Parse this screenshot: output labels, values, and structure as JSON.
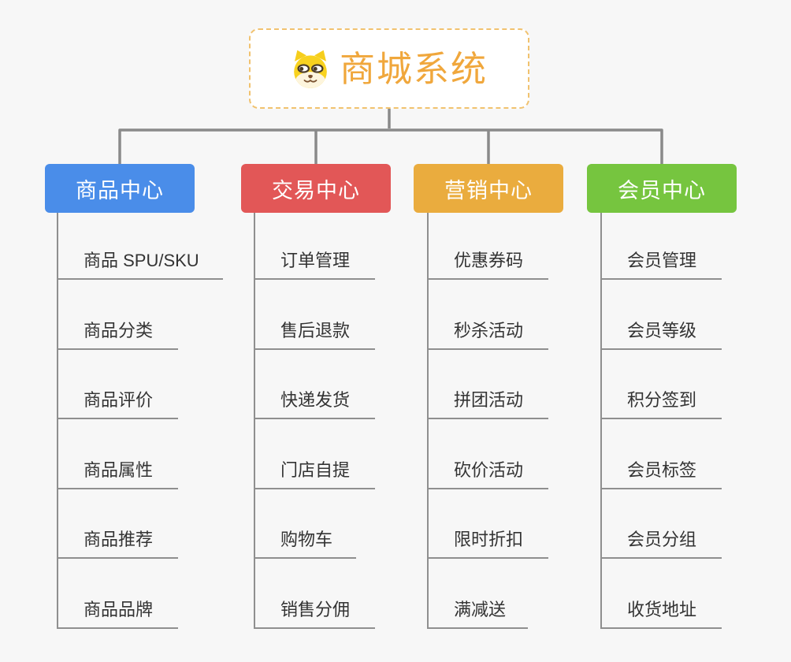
{
  "root": {
    "title": "商城系统",
    "icon": "dog-face-icon",
    "accent_color": "#f0a73c",
    "border_color": "#f1c26f"
  },
  "branches": [
    {
      "label": "商品中心",
      "color": "#4a8de9",
      "items": [
        "商品 SPU/SKU",
        "商品分类",
        "商品评价",
        "商品属性",
        "商品推荐",
        "商品品牌"
      ]
    },
    {
      "label": "交易中心",
      "color": "#e25757",
      "items": [
        "订单管理",
        "售后退款",
        "快递发货",
        "门店自提",
        "购物车",
        "销售分佣"
      ]
    },
    {
      "label": "营销中心",
      "color": "#eaac3e",
      "items": [
        "优惠券码",
        "秒杀活动",
        "拼团活动",
        "砍价活动",
        "限时折扣",
        "满减送"
      ]
    },
    {
      "label": "会员中心",
      "color": "#76c53f",
      "items": [
        "会员管理",
        "会员等级",
        "积分签到",
        "会员标签",
        "会员分组",
        "收货地址"
      ]
    }
  ],
  "connector_color": "#8a8a8a",
  "background_color": "#f7f7f7"
}
